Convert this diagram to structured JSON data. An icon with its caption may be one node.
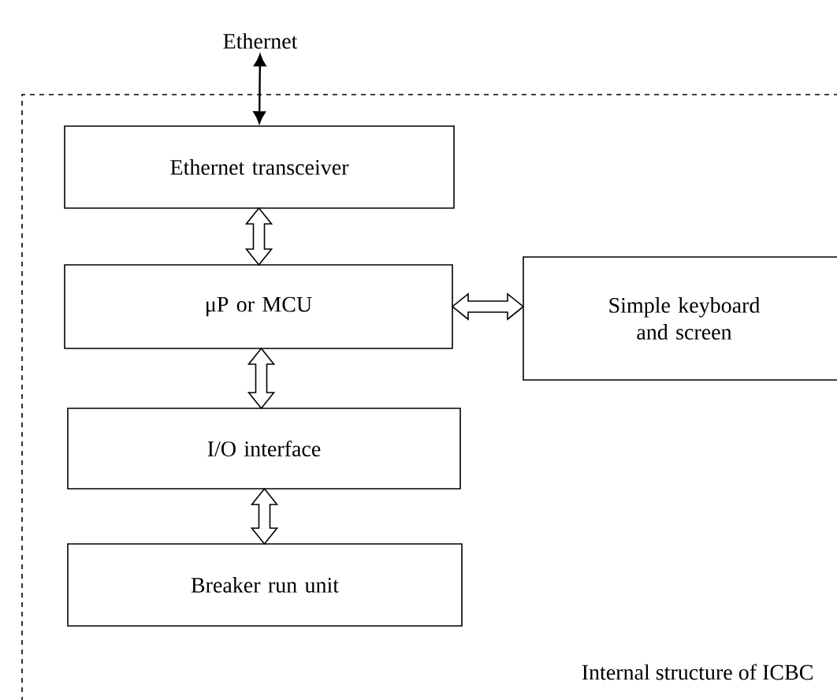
{
  "diagram": {
    "nodes": [
      {
        "text": [
          "Internal structure of ICBC"
        ]
      },
      {
        "text": [
          "Ethernet"
        ]
      },
      {
        "text": [
          "Ethernet transceiver"
        ],
        "in": 0
      },
      {
        "text": [
          "μP or MCU"
        ],
        "in": 0
      },
      {
        "text": [
          "Simple keyboard and screen"
        ],
        "in": 0
      },
      {
        "text": [
          "I/O interface"
        ],
        "in": 0
      },
      {
        "text": [
          "Breaker run unit"
        ],
        "in": 0
      }
    ],
    "edges": [
      {
        "from": 1,
        "to": 2,
        "arrow": "both"
      },
      {
        "from": 2,
        "to": 3,
        "arrow": "both"
      },
      {
        "from": 3,
        "to": 4,
        "arrow": "both"
      },
      {
        "from": 3,
        "to": 5,
        "arrow": "both"
      },
      {
        "from": 5,
        "to": 6,
        "arrow": "both"
      }
    ]
  }
}
